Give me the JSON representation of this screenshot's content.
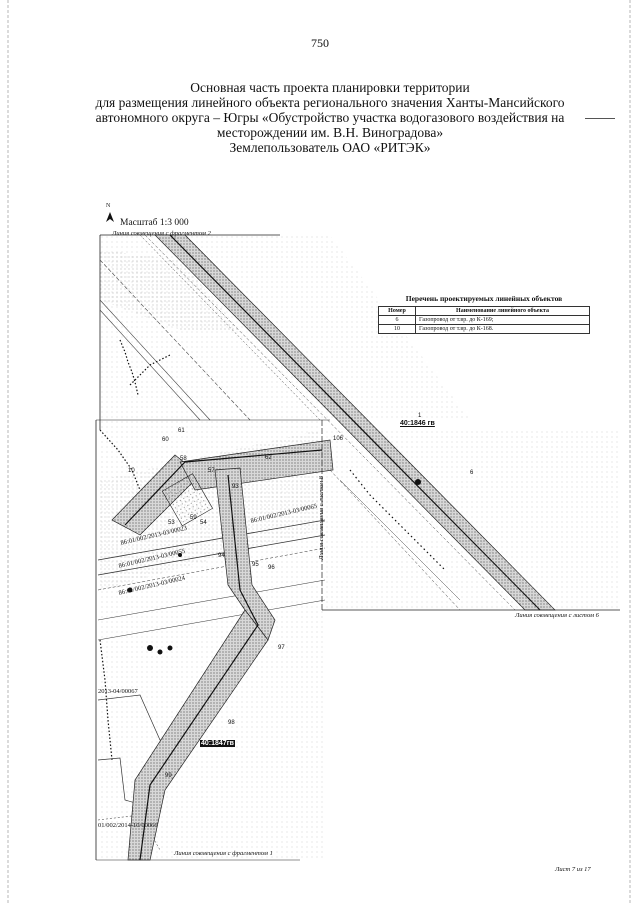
{
  "page_number": "750",
  "title_lines": [
    "Основная часть проекта планировки территории",
    "для размещения линейного объекта регионального значения Ханты-Мансийского",
    "автономного округа – Югры «Обустройство участка водогазового воздействия на",
    "месторождении им. В.Н. Виноградова»",
    "Землепользователь ОАО «РИТЭК»"
  ],
  "map": {
    "north_label": "N",
    "scale": "Масштаб 1:3 000",
    "match_line_fragment2": "Линия совмещения с фрагментом 2",
    "match_line_fragment1": "Линия совмещения с фрагментом 1",
    "match_line_sheet6": "Линия совмещения с листом 6",
    "match_line_sheet8": "Линия совмещения с листом 8",
    "parcel_label_1": "86:01/002/2013-03/00055",
    "parcel_label_2": "86:01/002/2013-03/00065",
    "parcel_label_3": "86:01/002/2013-03/00024",
    "parcel_label_4": "2013-04/00067",
    "parcel_label_5": "01/002/2014-10/00066",
    "parcel_label_6": "86:01/002/2013-03/00023",
    "marker_1": "40:1846 гв",
    "marker_2": "40:1847гв",
    "pipe_label_6": "6",
    "pipe_label_10": "10",
    "point_labels": [
      "60",
      "61",
      "57",
      "62",
      "58",
      "59",
      "53",
      "54",
      "93",
      "94",
      "95",
      "96",
      "97",
      "98",
      "99",
      "106",
      "1"
    ]
  },
  "legend": {
    "title": "Перечень проектируемых линейных объектов",
    "col_number": "Номер",
    "col_name": "Наименование линейного объекта",
    "rows": [
      {
        "number": "6",
        "name": "Газопровод от т.вр. до К-169;"
      },
      {
        "number": "10",
        "name": "Газопровод от т.вр. до К-168."
      }
    ]
  },
  "sheet_label": "Лист 7 из 17"
}
